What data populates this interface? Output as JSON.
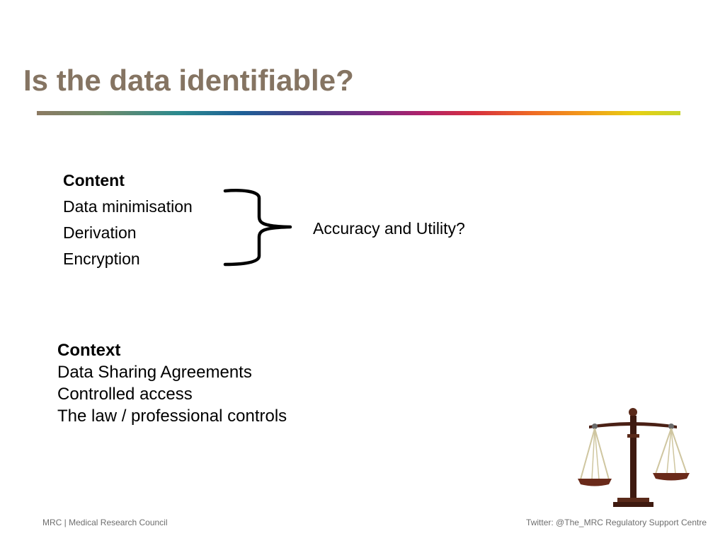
{
  "slide": {
    "title": "Is the data identifiable?"
  },
  "content": {
    "heading": "Content",
    "items": [
      "Data minimisation",
      "Derivation",
      "Encryption"
    ],
    "bracket_label": "Accuracy and Utility?"
  },
  "context": {
    "heading": "Context",
    "items": [
      "Data Sharing Agreements",
      "Controlled access",
      "The law / professional controls"
    ]
  },
  "footer": {
    "left": "MRC | Medical Research Council",
    "right": "Twitter:  @The_MRC Regulatory Support Centre"
  },
  "icons": {
    "brace": "right-curly-brace-icon",
    "scales": "scales-of-justice-icon"
  },
  "colors": {
    "title": "#857462",
    "footer_text": "#6e6e6e"
  }
}
